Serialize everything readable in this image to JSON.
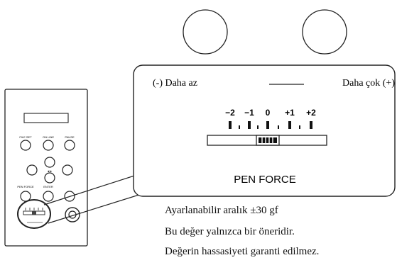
{
  "panel": {
    "label_less": "(-) Daha az",
    "label_more": "Daha çok (+)",
    "scale_ticks": [
      "−2",
      "−1",
      "0",
      "+1",
      "+2"
    ],
    "title": "PEN FORCE"
  },
  "device": {
    "button_labels": [
      "FILE SET",
      "ON LINE",
      "PAUSE",
      "PEN FORCE",
      "ENTER"
    ]
  },
  "notes": {
    "range": "Ayarlanabilir aralık ±30 gf",
    "suggestion": "Bu değer yalnızca bir öneridir.",
    "precision": "Değerin hassasiyeti garanti edilmez."
  }
}
